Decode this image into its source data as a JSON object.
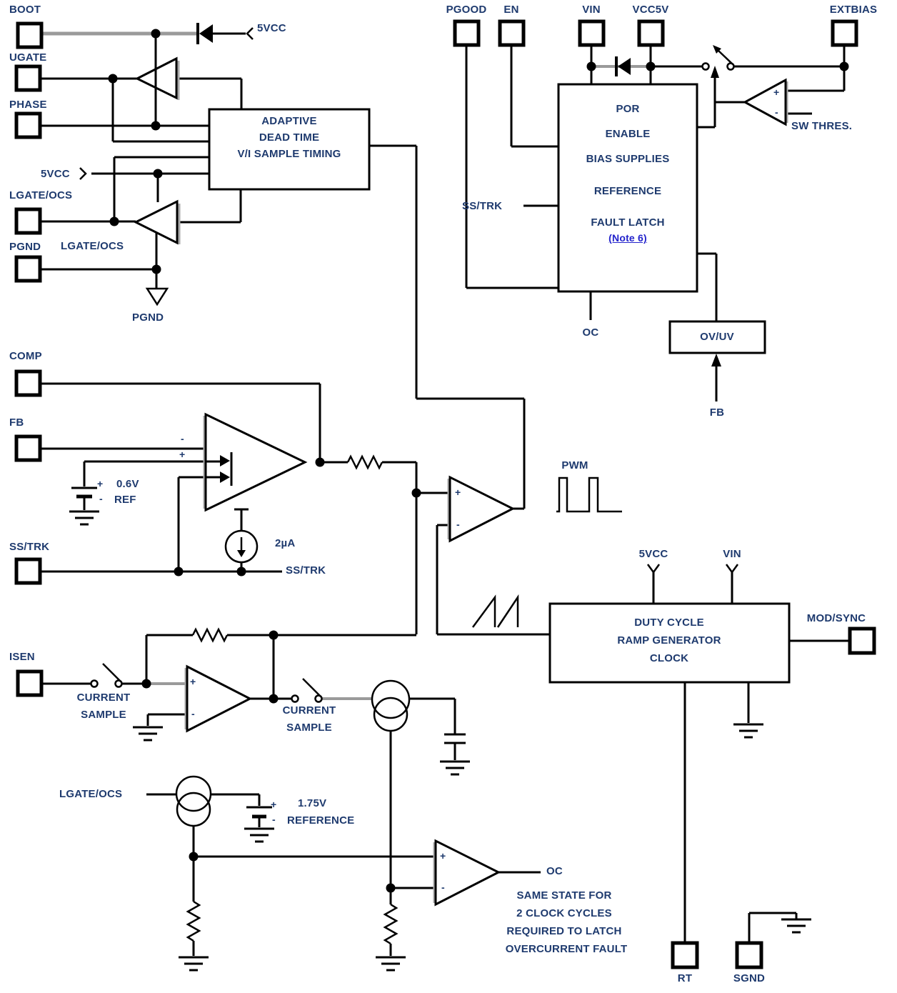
{
  "pins": {
    "boot": "BOOT",
    "ugate": "UGATE",
    "phase": "PHASE",
    "lgate_ocs": "LGATE/OCS",
    "pgnd": "PGND",
    "comp": "COMP",
    "fb": "FB",
    "ss_trk": "SS/TRK",
    "isen": "ISEN",
    "pgood": "PGOOD",
    "en": "EN",
    "vin": "VIN",
    "vcc5v": "VCC5V",
    "extbias": "EXTBIAS",
    "mod_sync": "MOD/SYNC",
    "rt": "RT",
    "sgnd": "SGND"
  },
  "net_labels": {
    "vcc5_boot": "5VCC",
    "vcc5_lgate": "5VCC",
    "pgnd_arrow": "PGND",
    "lgate_ocs_driver": "LGATE/OCS",
    "lgate_ocs_sample": "LGATE/OCS",
    "ss_trk_por": "SS/TRK",
    "ss_trk_ea": "SS/TRK",
    "oc_por": "OC",
    "fb_ovuv": "FB",
    "pwm": "PWM",
    "oc_out": "OC",
    "sw_thres": "SW THRES.",
    "vcc5_ramp": "5VCC",
    "vin_ramp": "VIN",
    "current1a": "CURRENT",
    "current1b": "SAMPLE",
    "current2a": "CURRENT",
    "current2b": "SAMPLE"
  },
  "blocks": {
    "adaptive": {
      "l1": "ADAPTIVE",
      "l2": "DEAD TIME",
      "l3": "V/I SAMPLE TIMING"
    },
    "por": {
      "l1": "POR",
      "l2": "ENABLE",
      "l3": "BIAS SUPPLIES",
      "l4": "REFERENCE",
      "l5": "FAULT LATCH",
      "note": "(Note 6)"
    },
    "ovuv": {
      "l1": "OV/UV"
    },
    "ramp": {
      "l1": "DUTY CYCLE",
      "l2": "RAMP GENERATOR",
      "l3": "CLOCK"
    }
  },
  "values": {
    "ref_plus": "+",
    "ref_value": "0.6V",
    "ref_minus": "-",
    "ref_label": "REF",
    "bias_current": "2µA",
    "oc_ref_plus": "+",
    "oc_ref_value": "1.75V",
    "oc_ref_minus": "-",
    "oc_ref_label": "REFERENCE"
  },
  "signs": {
    "plus": "+",
    "minus": "-"
  },
  "oc_note": {
    "l1": "SAME STATE FOR",
    "l2": "2 CLOCK CYCLES",
    "l3": "REQUIRED TO LATCH",
    "l4": "OVERCURRENT FAULT"
  },
  "colors": {
    "wire": "#000000",
    "gray_wire": "#9a9a9a",
    "label": "#1e3a6e",
    "link": "#2323cc"
  }
}
